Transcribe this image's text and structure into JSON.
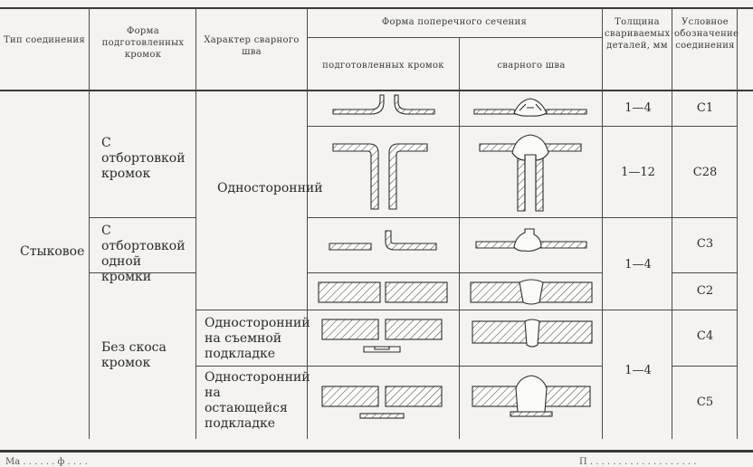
{
  "header": {
    "col_type": "Тип соединения",
    "col_edge_form": "Форма подготовленных кромок",
    "col_weld_character": "Характер сварного шва",
    "col_cross_section": "Форма поперечного сечения",
    "col_cross_prepared": "подготовленных кромок",
    "col_cross_weld": "сварного шва",
    "col_thickness": "Толщина свариваемых деталей, мм",
    "col_designation": "Условное обозначение соединения"
  },
  "body": {
    "joint_type": "Стыковое",
    "edge_forms": [
      "С отбортовкой кромок",
      "С отбортовкой одной кромки",
      "Без скоса кромок"
    ],
    "weld_characters": [
      "Односторонний",
      "Односторонний на съемной подкладке",
      "Односторонний на остающейся подкладке"
    ],
    "thickness": [
      "1—4",
      "1—12",
      "1—4",
      "1—4"
    ],
    "designations": [
      "С1",
      "С28",
      "С3",
      "С2",
      "С4",
      "С5"
    ]
  },
  "footer": {
    "left": "Ма . . . . . . ф . . . .",
    "right": "П . . . . . . . . . . . . . . . . . . ."
  }
}
